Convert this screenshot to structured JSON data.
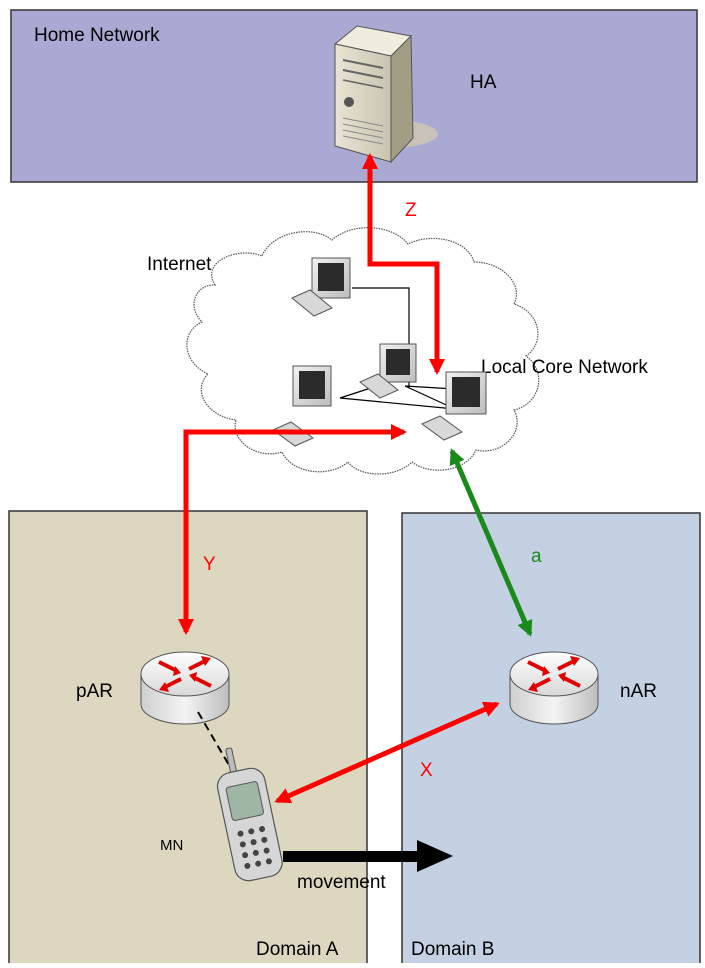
{
  "regions": {
    "home_network": "Home Network",
    "internet": "Internet",
    "local_core": "Local Core Network",
    "domain_a": "Domain A",
    "domain_b": "Domain B"
  },
  "nodes": {
    "ha": "HA",
    "par": "pAR",
    "nar": "nAR",
    "mn": "MN"
  },
  "links": {
    "z": "Z",
    "y": "Y",
    "a": "a",
    "x": "X",
    "movement": "movement"
  },
  "colors": {
    "home_bg": "#a9a9d4",
    "domain_a_bg": "#ded7c0",
    "domain_b_bg": "#c4d1e3",
    "red_path": "#ff0000",
    "green_path": "#1a8a1a",
    "arrow_black": "#000000"
  }
}
